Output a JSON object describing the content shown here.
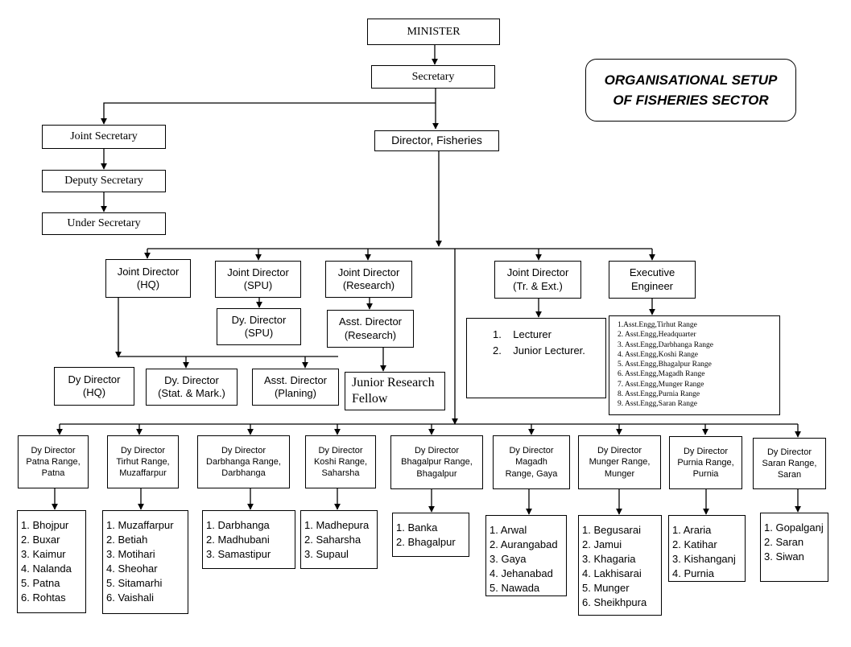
{
  "title": "ORGANISATIONAL SETUP\nOF FISHERIES SECTOR",
  "top": {
    "minister": "MINISTER",
    "secretary": "Secretary",
    "joint_secretary": "Joint Secretary",
    "deputy_secretary": "Deputy Secretary",
    "under_secretary": "Under Secretary",
    "director": "Director, Fisheries"
  },
  "joint_directors": {
    "hq": "Joint Director\n(HQ)",
    "spu": "Joint Director\n(SPU)",
    "research": "Joint Director\n(Research)",
    "tr_ext": "Joint Director\n(Tr. & Ext.)",
    "exec_engineer": "Executive\nEngineer"
  },
  "sub": {
    "dy_director_spu": "Dy. Director\n(SPU)",
    "asst_director_research": "Asst. Director\n(Research)",
    "dy_director_hq": "Dy Director\n(HQ)",
    "dy_director_stat": "Dy. Director\n(Stat. & Mark.)",
    "asst_director_planing": "Asst. Director\n(Planing)",
    "jrf": "Junior Research\nFellow"
  },
  "lecturers": [
    "Lecturer",
    "Junior Lecturer."
  ],
  "asst_engineers": [
    "1.Asst.Engg,Tirhut Range",
    "2. Asst.Engg,Headquarter",
    "3. Asst.Engg,Darbhanga Range",
    "4. Asst.Engg,Koshi Range",
    "5. Asst.Engg,Bhagalpur Range",
    "6. Asst.Engg,Magadh Range",
    "7. Asst.Engg,Munger Range",
    "8. Asst.Engg,Purnia  Range",
    "9. Asst.Engg,Saran  Range"
  ],
  "ranges": [
    {
      "title": "Dy Director\nPatna Range,\nPatna",
      "districts": [
        "1. Bhojpur",
        "2. Buxar",
        "3. Kaimur",
        "4. Nalanda",
        "5. Patna",
        "6. Rohtas"
      ]
    },
    {
      "title": "Dy Director\nTirhut Range,\nMuzaffarpur",
      "districts": [
        "1. Muzaffarpur",
        "2. Betiah",
        "3. Motihari",
        "4. Sheohar",
        "5. Sitamarhi",
        "6. Vaishali"
      ]
    },
    {
      "title": "Dy Director\nDarbhanga Range,\nDarbhanga",
      "districts": [
        "1. Darbhanga",
        "2. Madhubani",
        "3. Samastipur"
      ]
    },
    {
      "title": "Dy Director\nKoshi Range,\nSaharsha",
      "districts": [
        "1. Madhepura",
        "2. Saharsha",
        "3. Supaul"
      ]
    },
    {
      "title": "Dy Director\nBhagalpur Range,\nBhagalpur",
      "districts": [
        "1. Banka",
        "2. Bhagalpur"
      ]
    },
    {
      "title": "Dy Director\nMagadh\nRange, Gaya",
      "districts": [
        "1. Arwal",
        "2. Aurangabad",
        "3. Gaya",
        "4. Jehanabad",
        "5. Nawada"
      ]
    },
    {
      "title": "Dy Director\nMunger Range,\nMunger",
      "districts": [
        "1. Begusarai",
        "2. Jamui",
        "3. Khagaria",
        "4. Lakhisarai",
        "5. Munger",
        "6. Sheikhpura"
      ]
    },
    {
      "title": "Dy Director\nPurnia Range,\nPurnia",
      "districts": [
        "1. Araria",
        "2. Katihar",
        "3. Kishanganj",
        "4. Purnia"
      ]
    },
    {
      "title": "Dy Director\nSaran Range,\nSaran",
      "districts": [
        "1. Gopalganj",
        "2. Saran",
        "3. Siwan"
      ]
    }
  ]
}
